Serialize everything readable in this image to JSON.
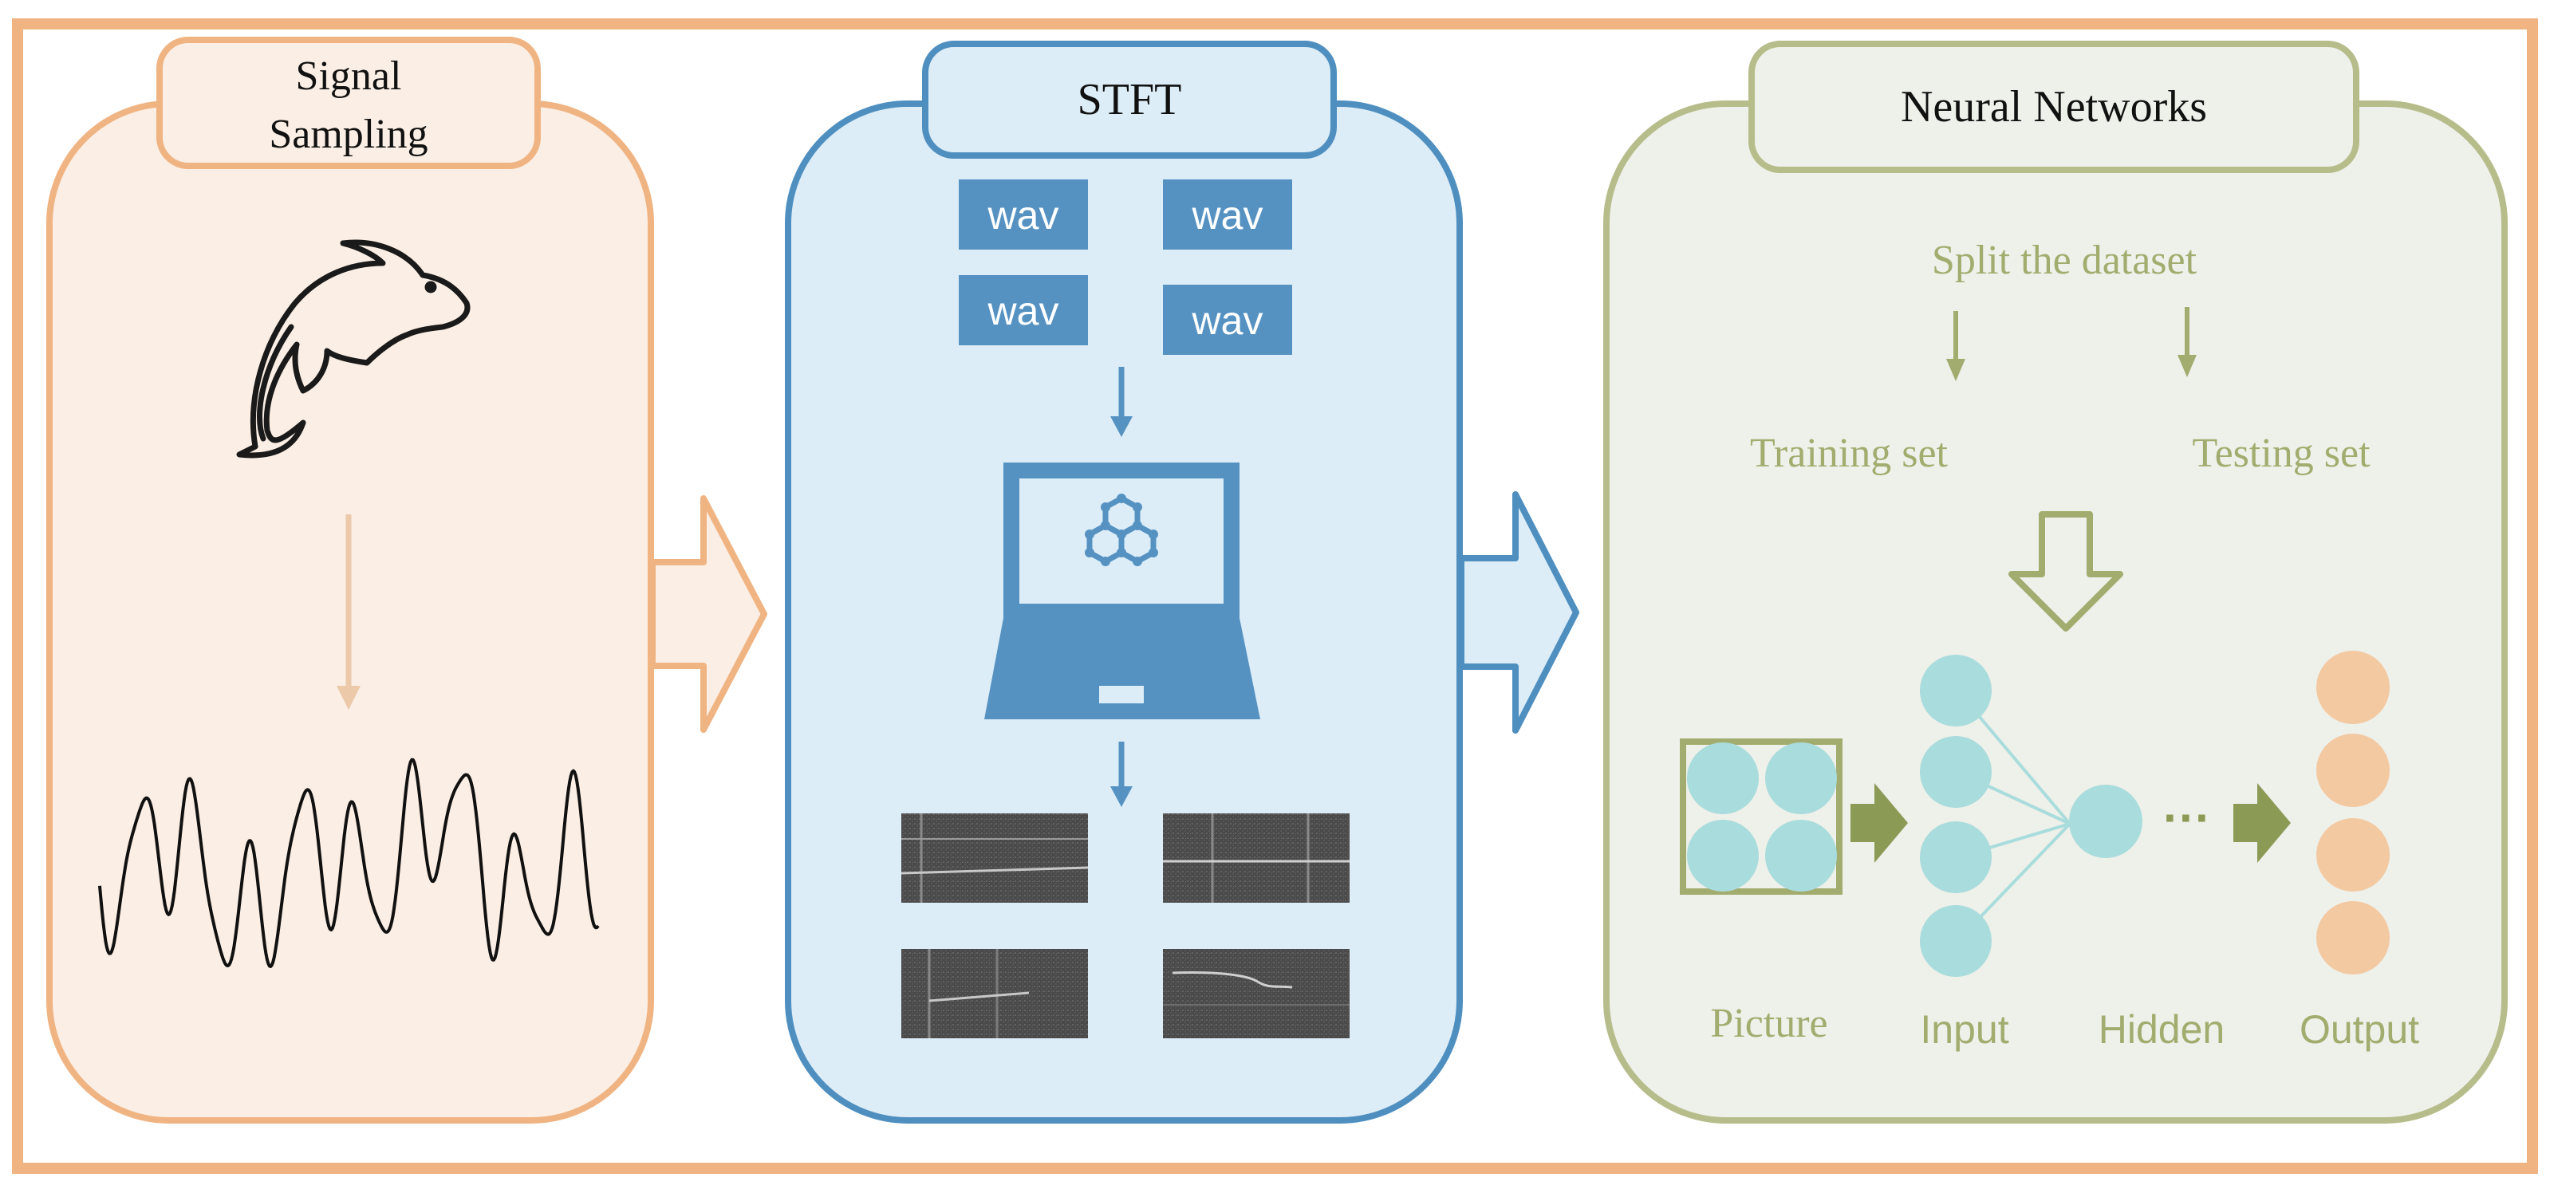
{
  "panels": {
    "sampling": {
      "title_line1": "Signal",
      "title_line2": "Sampling"
    },
    "stft": {
      "title": "STFT",
      "files": [
        "wav",
        "wav",
        "wav",
        "wav"
      ]
    },
    "neural": {
      "title": "Neural Networks",
      "split_label": "Split the dataset",
      "training_label": "Training set",
      "testing_label": "Testing set",
      "dots": "···",
      "layer_labels": {
        "picture": "Picture",
        "input": "Input",
        "hidden": "Hidden",
        "output": "Output"
      }
    }
  },
  "colors": {
    "frame": "#f0b483",
    "sampling_fill": "#fbeee4",
    "sampling_stroke": "#f0b483",
    "stft_fill": "#dcedf7",
    "stft_stroke": "#4f8fc0",
    "stft_blue": "#5592c2",
    "neural_fill": "#eef0ea",
    "neural_stroke": "#b6bd8b",
    "neural_text": "#a2ac6e",
    "neuron_cyan": "#a9dcdc",
    "neuron_peach": "#f3c9a2",
    "arrow_green": "#8b9a55"
  }
}
